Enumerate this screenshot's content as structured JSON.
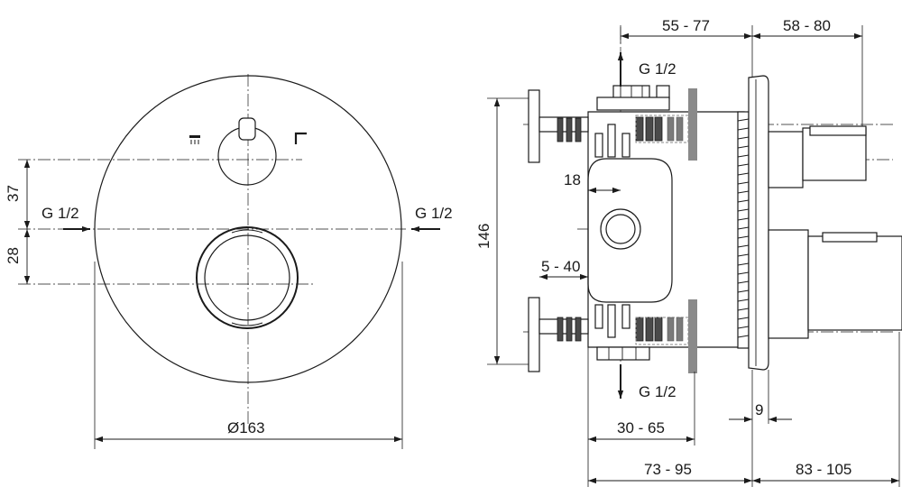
{
  "front_view": {
    "diameter_label": "Ø163",
    "dim_upper": "37",
    "dim_lower": "28",
    "inlet_left": "G 1/2",
    "inlet_right": "G 1/2"
  },
  "side_view": {
    "dim_top_left": "55 - 77",
    "dim_top_right": "58 - 80",
    "outlet_top": "G 1/2",
    "outlet_bottom": "G 1/2",
    "dim_height": "146",
    "dim_offset": "18",
    "dim_wall": "5 - 40",
    "dim_flange": "9",
    "dim_bottom_inner": "30 - 65",
    "dim_bottom_left": "73 - 95",
    "dim_bottom_right": "83 - 105"
  }
}
